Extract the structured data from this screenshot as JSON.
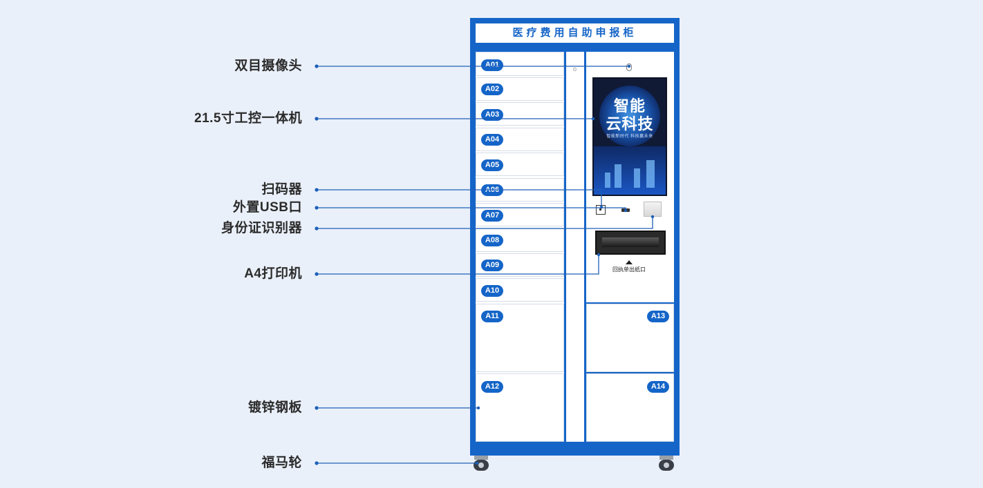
{
  "cabinet": {
    "title": "医疗费用自助申报柜",
    "screen_line1": "智能",
    "screen_line2": "云科技",
    "screen_slogan": "智能新时代 科技赢未来",
    "paper_exit_label": "回执单出纸口",
    "brand_color": "#1565c8"
  },
  "lockers_left": [
    "A01",
    "A02",
    "A03",
    "A04",
    "A05",
    "A06",
    "A07",
    "A08",
    "A09",
    "A10",
    "A11",
    "A12"
  ],
  "lockers_right": [
    "A13",
    "A14"
  ],
  "callouts": [
    {
      "label": "双目摄像头"
    },
    {
      "label": "21.5寸工控一体机"
    },
    {
      "label": "扫码器"
    },
    {
      "label": "外置USB口"
    },
    {
      "label": "身份证识别器"
    },
    {
      "label": "A4打印机"
    },
    {
      "label": "镀锌钢板"
    },
    {
      "label": "福马轮"
    }
  ],
  "leader_color": "#1d5fb8"
}
